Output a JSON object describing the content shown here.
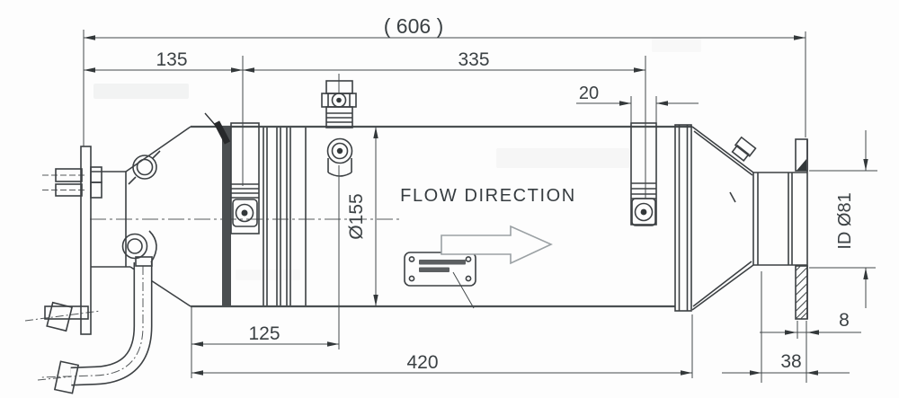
{
  "drawing": {
    "annotations": {
      "flow_direction": "FLOW DIRECTION"
    },
    "dimensions": {
      "overall_length": "( 606 )",
      "inlet_to_clamp": "135",
      "clamp_to_strap": "335",
      "strap_width": "20",
      "body_diameter": "Ø155",
      "outlet_inner_diameter": "ID Ø81",
      "body_to_sensor_port": "125",
      "body_length": "420",
      "outlet_stub_length": "38",
      "flange_thickness": "8"
    }
  }
}
